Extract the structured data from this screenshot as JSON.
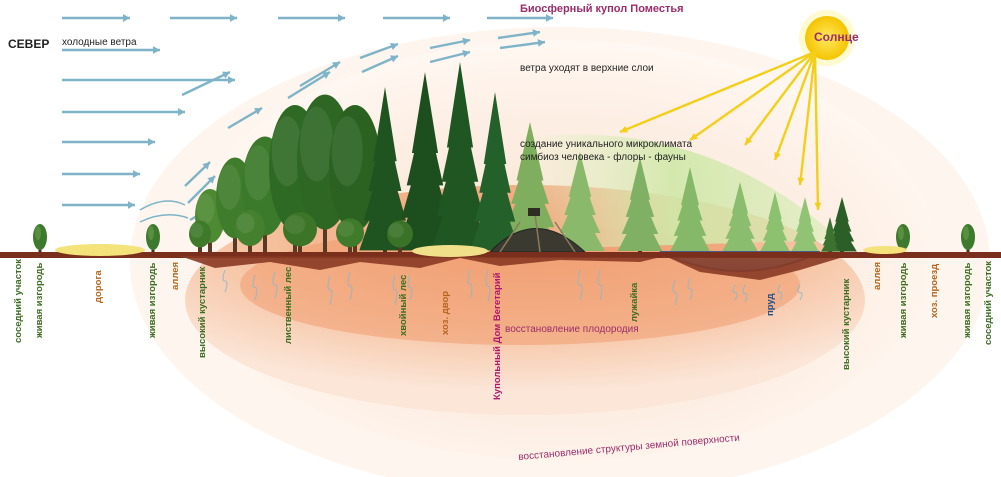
{
  "title": "Биосферный купол Поместья",
  "north": "СЕВЕР",
  "sun": "Солнце",
  "cold_winds": "холодные ветра",
  "winds_up": "ветра уходят в верхние слои",
  "microclimate": [
    "создание уникального микроклимата",
    "симбиоз человека - флоры - фауны"
  ],
  "fertility": "восстановление плодородия",
  "soil_structure": "восстановление структуры земной поверхности",
  "ground_labels": {
    "neighbor_left": "соседний участок",
    "hedge_1": "живая изгородь",
    "road": "дорога",
    "hedge_2": "живая изгородь",
    "alley_left": "аллея",
    "tall_shrub_left": "высокий кустарник",
    "deciduous_forest": "лиственный лес",
    "conifer_forest": "хвойный лес",
    "yard": "хоз. двор",
    "dome_house": "Купольный Дом Вегетарий",
    "meadow": "лужайка",
    "pond": "пруд",
    "tall_shrub_right": "высокий кустарник",
    "alley_right": "аллея",
    "hedge_3": "живая изгородь",
    "service_road": "хоз. проезд",
    "hedge_4": "живая изгородь",
    "neighbor_right": "соседний участок"
  },
  "colors": {
    "ground": "#7a2f1c",
    "soil_glow": "#f2a77b",
    "dome": "#fdeee2",
    "forest": "#2f6e2c",
    "pond": "#8fc9ea",
    "wind": "#7fb3c8",
    "sun": "#f7d21c"
  }
}
